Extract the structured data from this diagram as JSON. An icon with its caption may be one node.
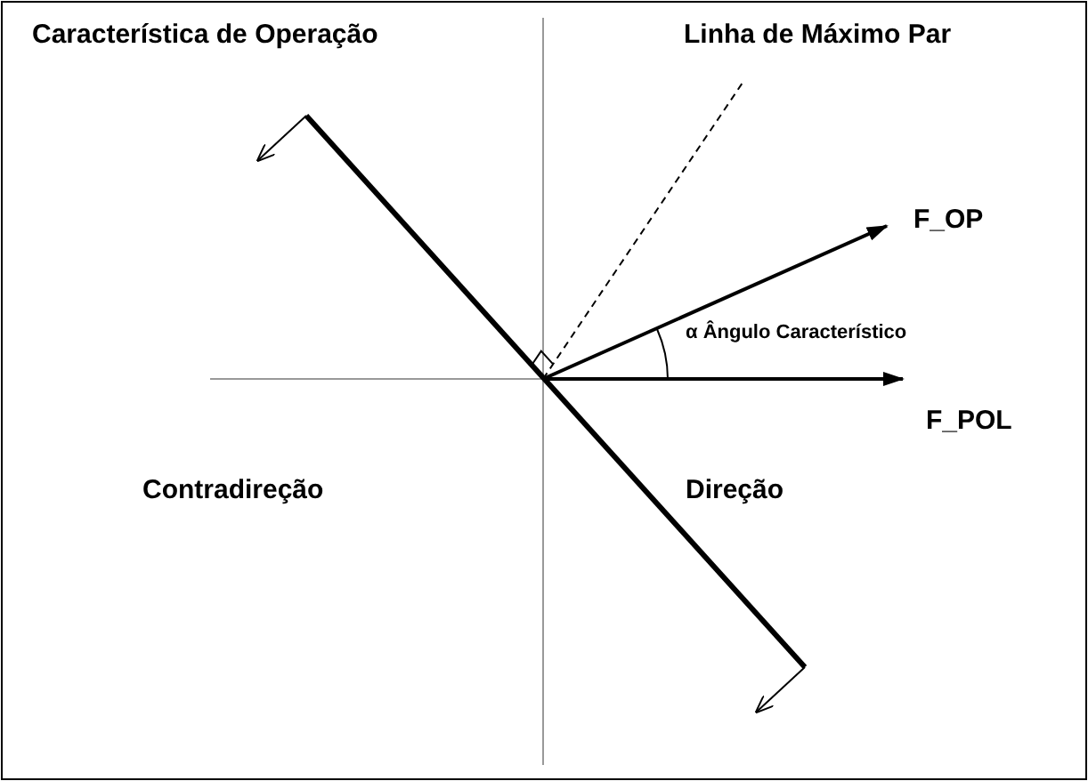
{
  "diagram": {
    "labels": [
      "Característica de Operação",
      "Linha de Máximo Par",
      "F_OP",
      "α Ângulo Característico",
      "F_POL",
      "Contradireção",
      "Direção"
    ]
  }
}
